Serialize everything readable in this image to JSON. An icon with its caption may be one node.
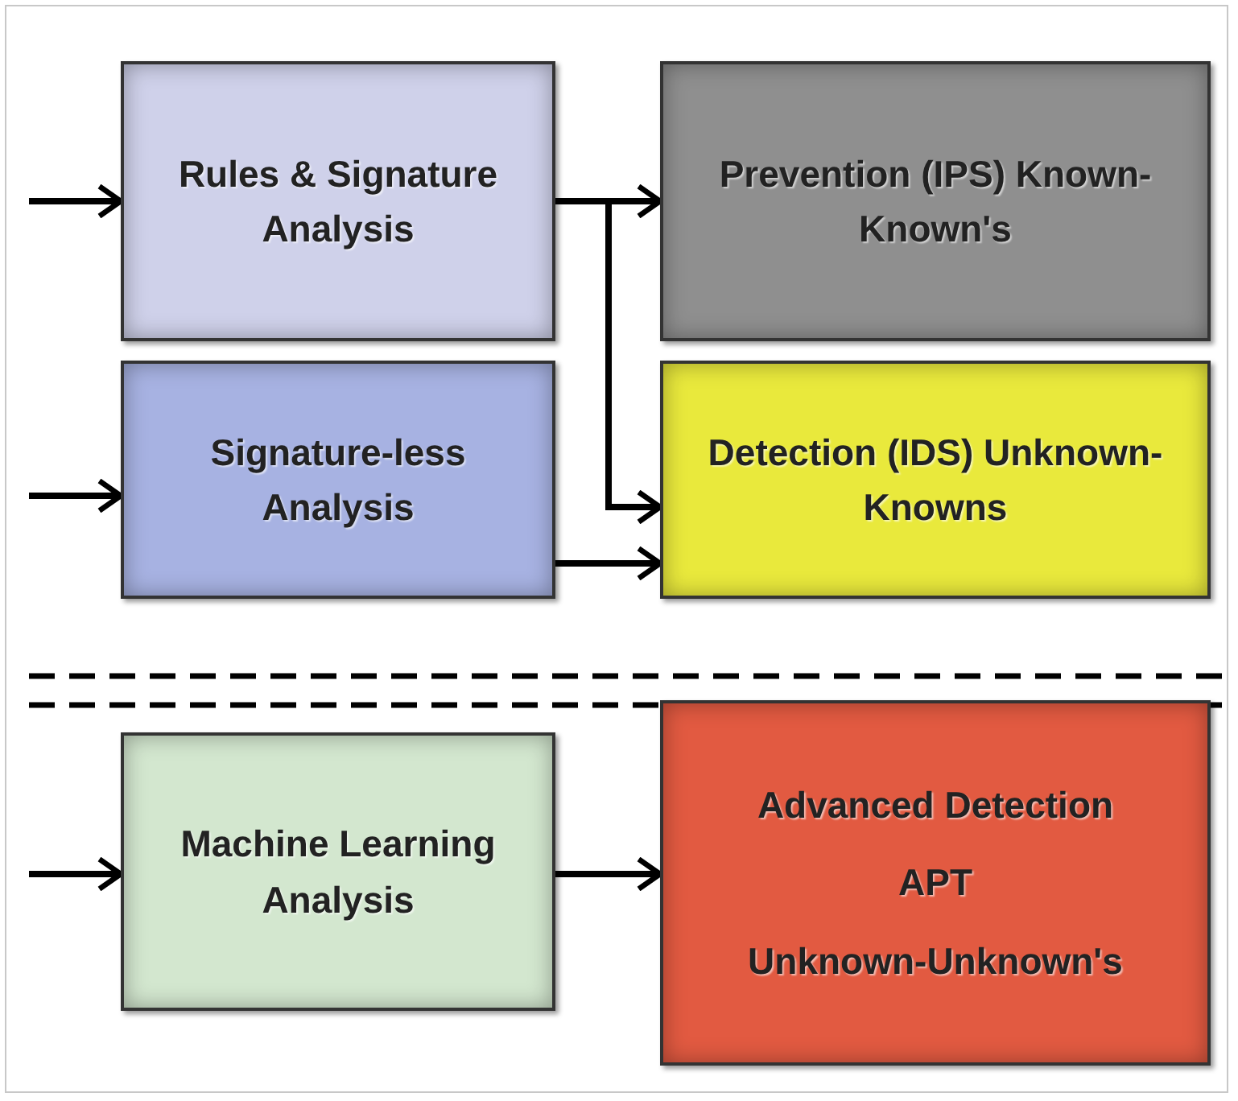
{
  "diagram": {
    "nodes": [
      {
        "text": [
          "Rules & Signature Analysis"
        ]
      },
      {
        "text": [
          "Prevention (IPS) Known-Known's"
        ]
      },
      {
        "text": [
          "Signature-less Analysis"
        ]
      },
      {
        "text": [
          "Detection (IDS) Unknown-Knowns"
        ]
      },
      {
        "text": [
          "Machine Learning Analysis"
        ]
      },
      {
        "text": [
          "Advanced Detection",
          "APT",
          "Unknown-Unknown's"
        ]
      }
    ],
    "edges": [
      {
        "from": null,
        "to": 0,
        "arrow": "to"
      },
      {
        "from": 0,
        "to": 1,
        "arrow": "to"
      },
      {
        "from": 0,
        "to": 3,
        "arrow": "to"
      },
      {
        "from": null,
        "to": 2,
        "arrow": "to"
      },
      {
        "from": 2,
        "to": 3,
        "arrow": "to"
      },
      {
        "from": null,
        "to": 4,
        "arrow": "to"
      },
      {
        "from": 4,
        "to": 5,
        "arrow": "to"
      }
    ]
  }
}
